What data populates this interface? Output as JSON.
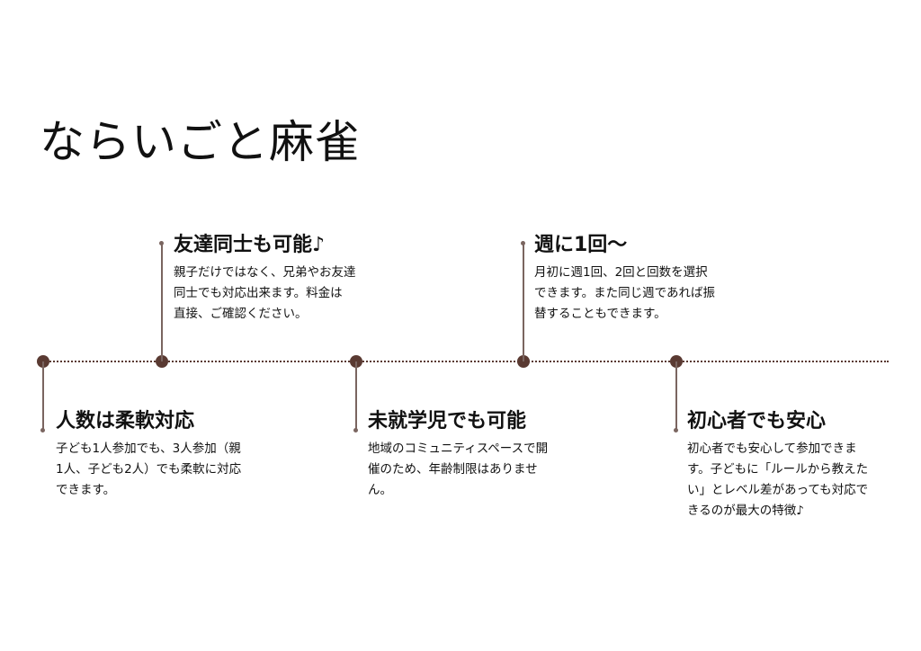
{
  "title": "ならいごと麻雀",
  "items": [
    {
      "heading": "人数は柔軟対応",
      "lines": [
        "子ども1人参加でも、3人参加（親",
        "1人、子ども2人）でも柔軟に対応",
        "できます。"
      ]
    },
    {
      "heading": "友達同士も可能♪",
      "lines": [
        "親子だけではなく、兄弟やお友達",
        "同士でも対応出来ます。料金は",
        "直接、ご確認ください。"
      ]
    },
    {
      "heading": "未就学児でも可能",
      "lines": [
        "地域のコミュニティスペースで開",
        "催のため、年齢制限はありませ",
        "ん。"
      ]
    },
    {
      "heading": "週に1回〜",
      "lines": [
        "月初に週1回、2回と回数を選択",
        "できます。また同じ週であれば振",
        "替することもできます。"
      ]
    },
    {
      "heading": "初心者でも安心",
      "lines": [
        "初心者でも安心して参加できま",
        "す。子どもに「ルールから教えた",
        "い」とレベル差があっても対応で",
        "きるのが最大の特徴♪"
      ]
    }
  ],
  "colors": {
    "accent": "#5a3a32"
  }
}
